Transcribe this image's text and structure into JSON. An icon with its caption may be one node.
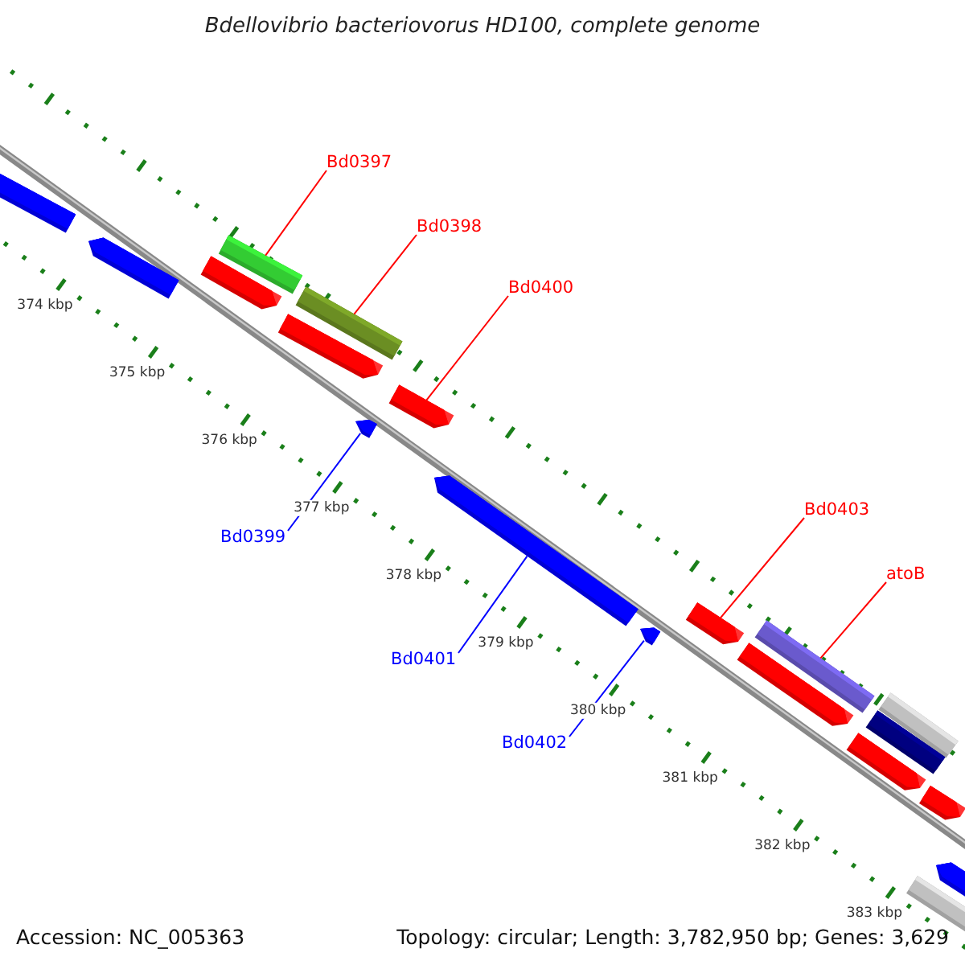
{
  "diagram": {
    "title": "Bdellovibrio bacteriovorus HD100, complete genome",
    "nodes": [
      {
        "text": [
          "Bd0397"
        ]
      },
      {
        "text": [
          "Bd0398"
        ]
      },
      {
        "text": [
          "Bd0400"
        ]
      },
      {
        "text": [
          "Bd0399"
        ]
      },
      {
        "text": [
          "Bd0401"
        ]
      },
      {
        "text": [
          "Bd0402"
        ]
      },
      {
        "text": [
          "Bd0403"
        ]
      },
      {
        "text": [
          "atoB"
        ]
      },
      {
        "text": [],
        "shape": "bar"
      },
      {
        "text": [],
        "shape": "bar"
      },
      {
        "text": [],
        "shape": "bar"
      },
      {
        "text": [],
        "shape": "bar"
      },
      {
        "text": [],
        "shape": "bar"
      },
      {
        "text": [],
        "shape": "bar"
      },
      {
        "text": [],
        "shape": "bar"
      },
      {
        "text": [],
        "shape": "bar"
      },
      {
        "text": [],
        "shape": "bar"
      },
      {
        "text": [],
        "shape": "bar"
      },
      {
        "text": [],
        "shape": "bar"
      },
      {
        "text": [],
        "shape": "bar"
      },
      {
        "text": [],
        "shape": "bar"
      },
      {
        "text": [],
        "shape": "bar"
      },
      {
        "text": [],
        "shape": "bar"
      },
      {
        "text": [],
        "shape": "bar"
      },
      {
        "text": [],
        "shape": "bar"
      },
      {
        "text": [],
        "shape": "bar"
      },
      {
        "text": [],
        "shape": "bar"
      }
    ],
    "edges": [
      {
        "from": 0,
        "to": 11,
        "arrow": "none"
      },
      {
        "from": 1,
        "to": 13,
        "arrow": "none"
      },
      {
        "from": 2,
        "to": 15,
        "arrow": "none"
      },
      {
        "from": 3,
        "to": 14,
        "arrow": "none",
        "color": "#0000ff"
      },
      {
        "from": 4,
        "to": 16,
        "arrow": "none",
        "color": "#0000ff"
      },
      {
        "from": 5,
        "to": 17,
        "arrow": "none",
        "color": "#0000ff"
      },
      {
        "from": 6,
        "to": 18,
        "arrow": "none"
      },
      {
        "from": 7,
        "to": 20,
        "arrow": "none"
      }
    ],
    "labels": [
      "374 kbp",
      "375 kbp",
      "376 kbp",
      "377 kbp",
      "378 kbp",
      "379 kbp",
      "380 kbp",
      "381 kbp",
      "382 kbp",
      "383 kbp",
      "Accession: NC_005363",
      "Topology: circular; Length: 3,782,950 bp; Genes: 3,629"
    ]
  }
}
